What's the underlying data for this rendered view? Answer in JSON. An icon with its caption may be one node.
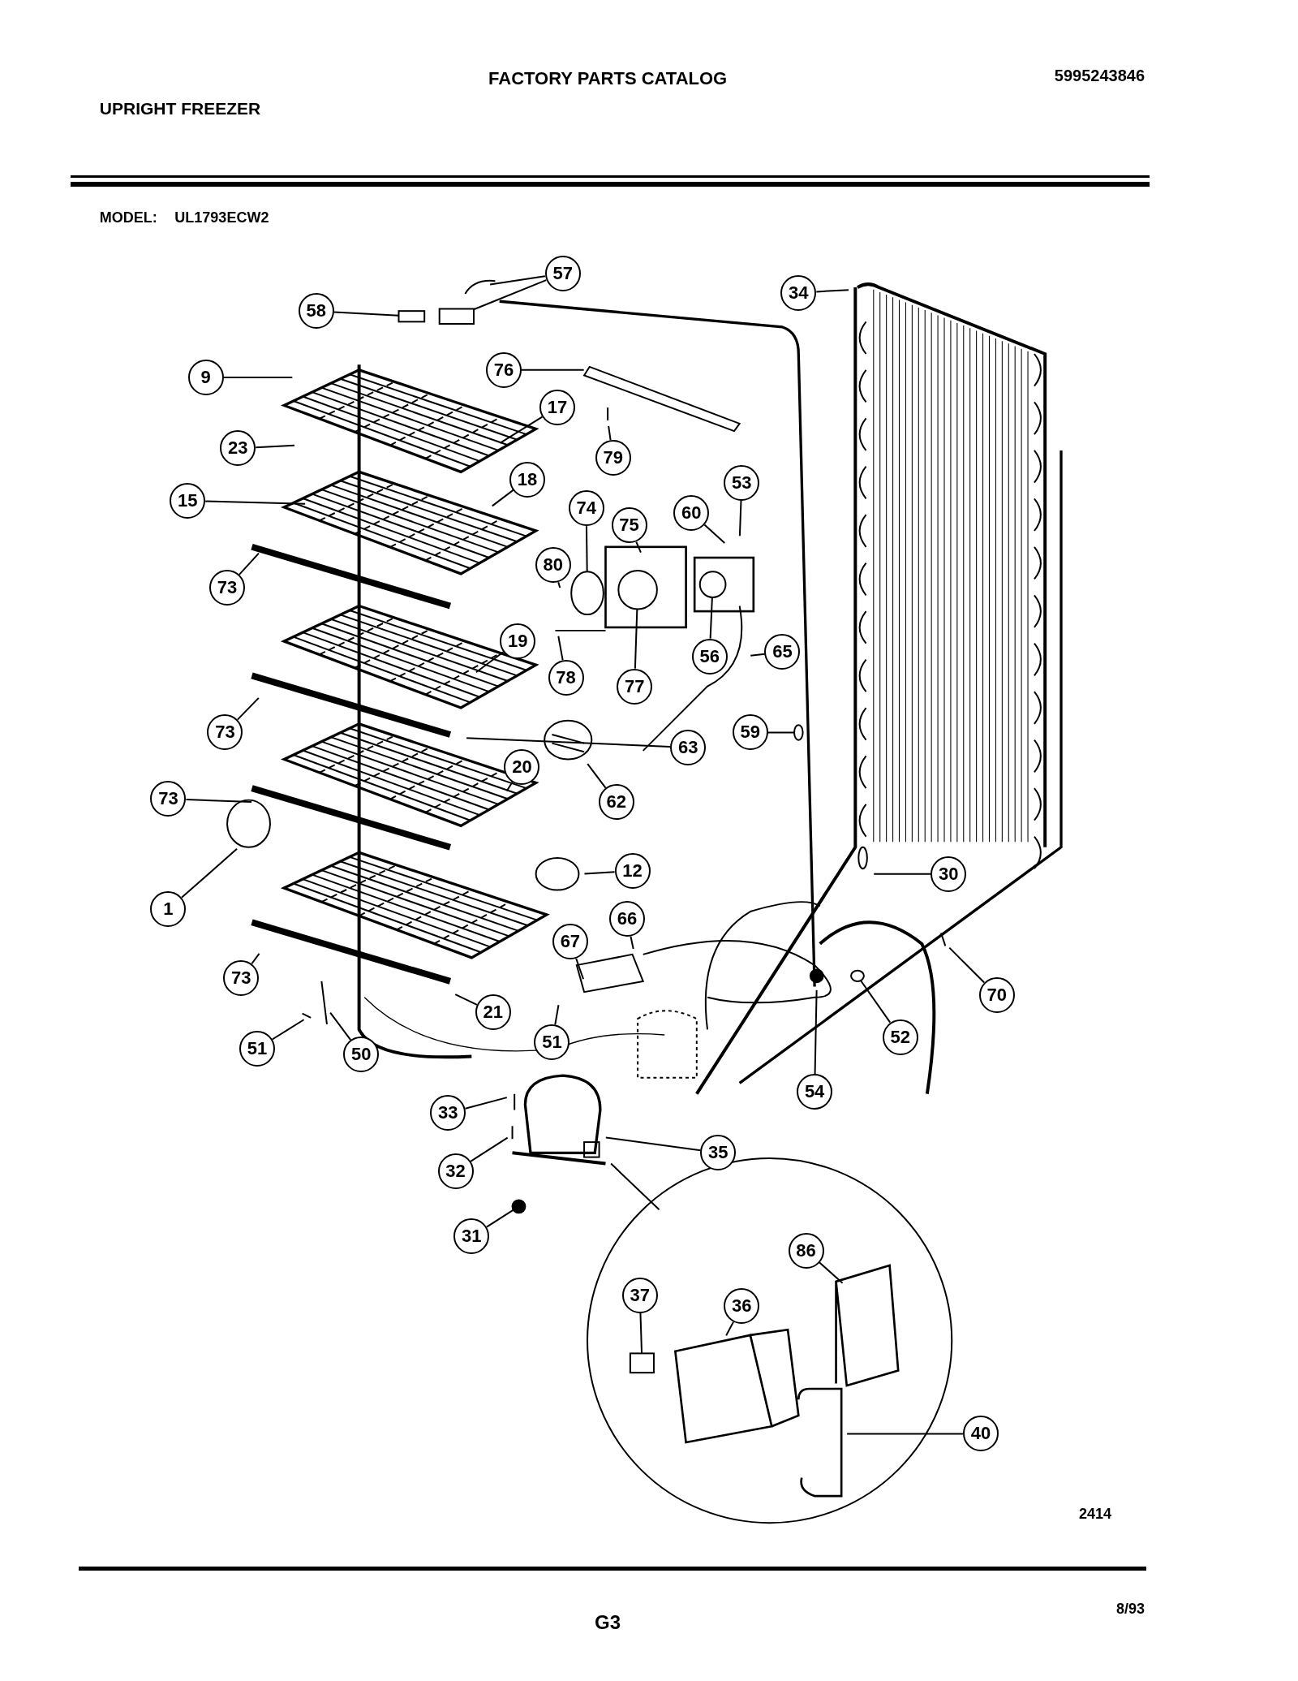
{
  "diagram": {
    "title": "FACTORY PARTS CATALOG",
    "nodes": [
      {
        "text": [
          "57"
        ]
      },
      {
        "text": [
          "58"
        ]
      },
      {
        "text": [
          "34"
        ]
      },
      {
        "text": [
          "76"
        ]
      },
      {
        "text": [
          "9"
        ]
      },
      {
        "text": [
          "17"
        ]
      },
      {
        "text": [
          "79"
        ]
      },
      {
        "text": [
          "23"
        ]
      },
      {
        "text": [
          "18"
        ]
      },
      {
        "text": [
          "15"
        ]
      },
      {
        "text": [
          "53"
        ]
      },
      {
        "text": [
          "74"
        ]
      },
      {
        "text": [
          "75"
        ]
      },
      {
        "text": [
          "60"
        ]
      },
      {
        "text": [
          "80"
        ]
      },
      {
        "text": [
          "73"
        ]
      },
      {
        "text": [
          "19"
        ]
      },
      {
        "text": [
          "65"
        ]
      },
      {
        "text": [
          "56"
        ]
      },
      {
        "text": [
          "78"
        ]
      },
      {
        "text": [
          "77"
        ]
      },
      {
        "text": [
          "73"
        ]
      },
      {
        "text": [
          "59"
        ]
      },
      {
        "text": [
          "63"
        ]
      },
      {
        "text": [
          "20"
        ]
      },
      {
        "text": [
          "62"
        ]
      },
      {
        "text": [
          "73"
        ]
      },
      {
        "text": [
          "1"
        ]
      },
      {
        "text": [
          "12"
        ]
      },
      {
        "text": [
          "30"
        ]
      },
      {
        "text": [
          "66"
        ]
      },
      {
        "text": [
          "67"
        ]
      },
      {
        "text": [
          "73"
        ]
      },
      {
        "text": [
          "70"
        ]
      },
      {
        "text": [
          "21"
        ]
      },
      {
        "text": [
          "52"
        ]
      },
      {
        "text": [
          "51"
        ]
      },
      {
        "text": [
          "50"
        ]
      },
      {
        "text": [
          "51"
        ]
      },
      {
        "text": [
          "54"
        ]
      },
      {
        "text": [
          "33"
        ]
      },
      {
        "text": [
          "35"
        ]
      },
      {
        "text": [
          "32"
        ]
      },
      {
        "text": [
          "31"
        ]
      },
      {
        "text": [
          "86"
        ]
      },
      {
        "text": [
          "37"
        ]
      },
      {
        "text": [
          "36"
        ]
      },
      {
        "text": [
          "40"
        ]
      },
      {
        "text": [],
        "shape": "box"
      },
      {
        "text": [],
        "shape": "box"
      },
      {
        "text": [],
        "shape": "circle"
      },
      {
        "text": [],
        "shape": "circle"
      },
      {
        "text": [],
        "shape": "circle"
      },
      {
        "text": [],
        "shape": "circle"
      },
      {
        "text": [],
        "shape": "circle"
      },
      {
        "text": [],
        "shape": "circle"
      },
      {
        "text": [],
        "shape": "box"
      }
    ],
    "edges": [
      {
        "from": 0,
        "to": null,
        "arrow": "none"
      },
      {
        "from": 0,
        "to": 48,
        "arrow": "none"
      },
      {
        "from": 1,
        "to": 49,
        "arrow": "none"
      },
      {
        "from": 2,
        "to": null,
        "arrow": "none"
      },
      {
        "from": 3,
        "to": null,
        "arrow": "none"
      },
      {
        "from": 4,
        "to": null,
        "arrow": "none"
      },
      {
        "from": 5,
        "to": null,
        "arrow": "none"
      },
      {
        "from": 6,
        "to": null,
        "arrow": "none"
      },
      {
        "from": 7,
        "to": null,
        "arrow": "none"
      },
      {
        "from": 8,
        "to": null,
        "arrow": "none"
      },
      {
        "from": 9,
        "to": null,
        "arrow": "none"
      },
      {
        "from": 10,
        "to": null,
        "arrow": "none"
      },
      {
        "from": 11,
        "to": 50,
        "arrow": "none"
      },
      {
        "from": 12,
        "to": null,
        "arrow": "none"
      },
      {
        "from": 13,
        "to": null,
        "arrow": "none"
      },
      {
        "from": 14,
        "to": null,
        "arrow": "none"
      },
      {
        "from": 15,
        "to": null,
        "arrow": "none"
      },
      {
        "from": 16,
        "to": null,
        "arrow": "none"
      },
      {
        "from": 17,
        "to": null,
        "arrow": "none"
      },
      {
        "from": 18,
        "to": 52,
        "arrow": "none"
      },
      {
        "from": 19,
        "to": null,
        "arrow": "none"
      },
      {
        "from": 20,
        "to": 51,
        "arrow": "none"
      },
      {
        "from": 21,
        "to": null,
        "arrow": "none"
      },
      {
        "from": 22,
        "to": 53,
        "arrow": "none"
      },
      {
        "from": 23,
        "to": null,
        "arrow": "none"
      },
      {
        "from": 24,
        "to": null,
        "arrow": "none"
      },
      {
        "from": 25,
        "to": null,
        "arrow": "none"
      },
      {
        "from": 26,
        "to": null,
        "arrow": "none"
      },
      {
        "from": 27,
        "to": null,
        "arrow": "none"
      },
      {
        "from": 28,
        "to": null,
        "arrow": "none"
      },
      {
        "from": 29,
        "to": null,
        "arrow": "none"
      },
      {
        "from": 30,
        "to": null,
        "arrow": "none"
      },
      {
        "from": 31,
        "to": null,
        "arrow": "none"
      },
      {
        "from": 32,
        "to": null,
        "arrow": "none"
      },
      {
        "from": 33,
        "to": null,
        "arrow": "none"
      },
      {
        "from": 34,
        "to": null,
        "arrow": "none"
      },
      {
        "from": 35,
        "to": 54,
        "arrow": "none"
      },
      {
        "from": 36,
        "to": null,
        "arrow": "none"
      },
      {
        "from": 37,
        "to": null,
        "arrow": "none"
      },
      {
        "from": 38,
        "to": null,
        "arrow": "none"
      },
      {
        "from": 39,
        "to": null,
        "arrow": "none"
      },
      {
        "from": 40,
        "to": null,
        "arrow": "none"
      },
      {
        "from": 41,
        "to": null,
        "arrow": "none"
      },
      {
        "from": 42,
        "to": null,
        "arrow": "none"
      },
      {
        "from": 43,
        "to": 55,
        "arrow": "none"
      },
      {
        "from": 44,
        "to": null,
        "arrow": "none"
      },
      {
        "from": 45,
        "to": 56,
        "arrow": "none"
      },
      {
        "from": 46,
        "to": null,
        "arrow": "none"
      },
      {
        "from": 47,
        "to": null,
        "arrow": "none"
      }
    ],
    "labels": [
      "UPRIGHT FREEZER",
      "5995243846",
      "MODEL:",
      "UL1793ECW2",
      "2414",
      "G3",
      "8/93"
    ]
  }
}
